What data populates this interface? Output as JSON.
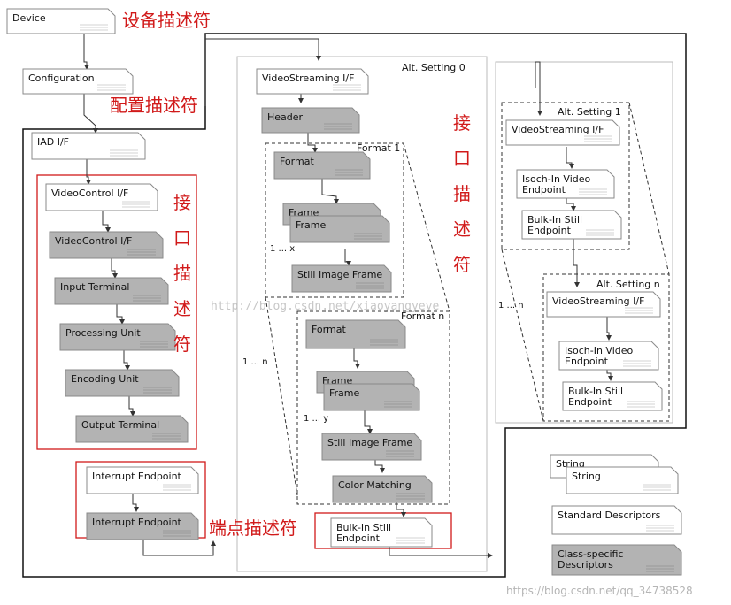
{
  "colors": {
    "standard_fill": "#ffffff",
    "class_fill": "#b3b3b3",
    "stroke": "#8a8a8a",
    "red": "#d11a1a",
    "line": "#333333"
  },
  "annotations": {
    "device_desc": "设备描述符",
    "config_desc": "配置描述符",
    "interface_desc_left": [
      "接",
      "口",
      "描",
      "述",
      "符"
    ],
    "interface_desc_mid": [
      "接",
      "口",
      "描",
      "述",
      "符"
    ],
    "endpoint_desc": "端点描述符"
  },
  "labels": {
    "alt0": "Alt. Setting 0",
    "alt1": "Alt. Setting 1",
    "altn": "Alt. Setting n",
    "format1": "Format 1",
    "formatn": "Format n",
    "mult_x": "1 ... x",
    "mult_y": "1 ... y",
    "mult_n_left": "1 ... n",
    "mult_n_right": "1 ... n"
  },
  "boxes": {
    "device": "Device",
    "configuration": "Configuration",
    "iad": "IAD I/F",
    "vc_std": "VideoControl I/F",
    "vc_cs": "VideoControl I/F",
    "input_terminal": "Input Terminal",
    "processing_unit": "Processing Unit",
    "encoding_unit": "Encoding Unit",
    "output_terminal": "Output Terminal",
    "int_ep_std": "Interrupt Endpoint",
    "int_ep_cs": "Interrupt Endpoint",
    "vs0_std": "VideoStreaming I/F",
    "vs0_header": "Header",
    "f1_format": "Format",
    "f1_frame_back": "Frame",
    "f1_frame_front": "Frame",
    "f1_still": "Still Image Frame",
    "fn_format": "Format",
    "fn_frame_back": "Frame",
    "fn_frame_front": "Frame",
    "fn_still": "Still Image Frame",
    "fn_color": "Color Matching",
    "bulk0": [
      "Bulk-In Still",
      "Endpoint"
    ],
    "vs1_std": "VideoStreaming I/F",
    "vs1_isoch": [
      "Isoch-In Video",
      "Endpoint"
    ],
    "vs1_bulk": [
      "Bulk-In Still",
      "Endpoint"
    ],
    "vsn_std": "VideoStreaming I/F",
    "vsn_isoch": [
      "Isoch-In Video",
      "Endpoint"
    ],
    "vsn_bulk": [
      "Bulk-In Still",
      "Endpoint"
    ]
  },
  "legend": {
    "string_back": "String",
    "string_front": "String",
    "standard": "Standard Descriptors",
    "class_specific": [
      "Class-specific",
      "Descriptors"
    ]
  },
  "watermarks": {
    "center": "http://blog.csdn.net/xiaoyangyeye",
    "corner": "https://blog.csdn.net/qq_34738528"
  }
}
